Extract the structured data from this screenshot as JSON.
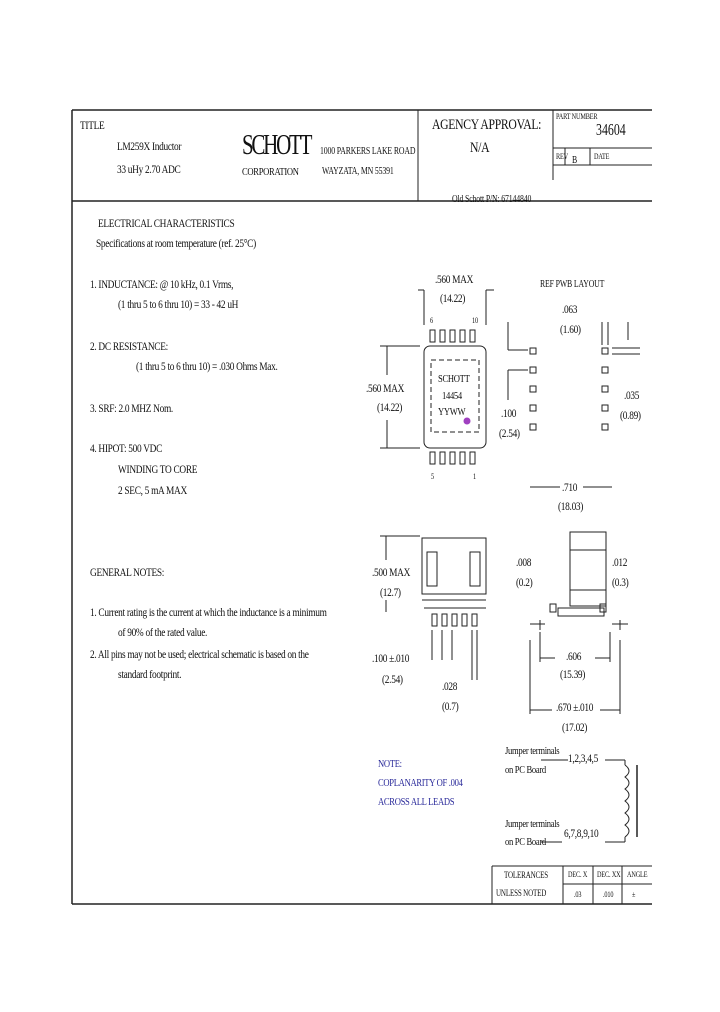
{
  "title_block": {
    "title_label": "TITLE",
    "product_line1": "LM259X Inductor",
    "product_line2": "33 uHy 2.70 ADC",
    "company": "SCHOTT",
    "company_sub": "CORPORATION",
    "address_line1": "1000 PARKERS LAKE ROAD",
    "address_line2": "WAYZATA, MN 55391",
    "agency_label": "AGENCY APPROVAL:",
    "agency_value": "N/A",
    "part_number_label": "PART NUMBER",
    "part_number": "34604",
    "rev_label": "REV",
    "rev_value": "B",
    "date_label": "DATE",
    "old_pn": "Old Schott P/N: 67144840"
  },
  "electrical": {
    "heading": "ELECTRICAL CHARACTERISTICS",
    "spec_note": "Specifications at room temperature (ref. 25°C)",
    "items": [
      {
        "line1": "1. INDUCTANCE: @ 10 kHz, 0.1 Vrms,",
        "line2": "(1 thru 5 to 6 thru 10) =  33 - 42 uH"
      },
      {
        "line1": "2. DC RESISTANCE:",
        "line2": "(1 thru 5 to 6 thru 10) = .030 Ohms Max."
      },
      {
        "line1": "3. SRF:  2.0  MHZ  Nom.",
        "line2": ""
      },
      {
        "line1": "4. HIPOT:  500 VDC",
        "line2": "WINDING TO CORE",
        "line3": "2 SEC, 5 mA MAX"
      }
    ]
  },
  "general_notes": {
    "heading": "GENERAL NOTES:",
    "note1_line1": "1.  Current rating is the current at which the inductance is a minimum",
    "note1_line2": "of 90% of the rated value.",
    "note2_line1": "2.  All pins may not be used; electrical schematic is based on the",
    "note2_line2": "standard footprint."
  },
  "drawing": {
    "top_dim": ".560 MAX",
    "top_dim_mm": "(14.22)",
    "pin_6": "6",
    "pin_10": "10",
    "pin_5": "5",
    "pin_1": "1",
    "side_dim": ".560 MAX",
    "side_dim_mm": "(14.22)",
    "marking_line1": "SCHOTT",
    "marking_line2": "14454",
    "marking_line3": "YYWW",
    "pitch_dim": ".100",
    "pitch_dim_mm": "(2.54)",
    "pwb_label": "REF PWB LAYOUT",
    "pad_w": ".063",
    "pad_w_mm": "(1.60)",
    "pad_h": ".035",
    "pad_h_mm": "(0.89)",
    "span": ".710",
    "span_mm": "(18.03)",
    "height": ".500 MAX",
    "height_mm": "(12.7)",
    "lead_pitch": ".100 ±.010",
    "lead_pitch_mm": "(2.54)",
    "lead_w": ".028",
    "lead_w_mm": "(0.7)",
    "thk1": ".008",
    "thk1_mm": "(0.2)",
    "thk2": ".012",
    "thk2_mm": "(0.3)",
    "inner": ".606",
    "inner_mm": "(15.39)",
    "outer": ".670 ±.010",
    "outer_mm": "(17.02)",
    "note_title": "NOTE:",
    "note_line1": "COPLANARITY OF .004",
    "note_line2": "ACROSS ALL LEADS",
    "jumper1_line1": "Jumper terminals",
    "jumper1_line2": "on PC Board",
    "pins_top": "1,2,3,4,5",
    "jumper2_line1": "Jumper terminals",
    "jumper2_line2": "on PC Board",
    "pins_bottom": "6,7,8,9,10"
  },
  "tolerance_block": {
    "label1": "TOLERANCES",
    "label2": "UNLESS NOTED",
    "col1": "DEC. X",
    "col2": "DEC. XX",
    "col3": "ANGLE",
    "val1": ".03",
    "val2": ".010",
    "val3": "±"
  }
}
